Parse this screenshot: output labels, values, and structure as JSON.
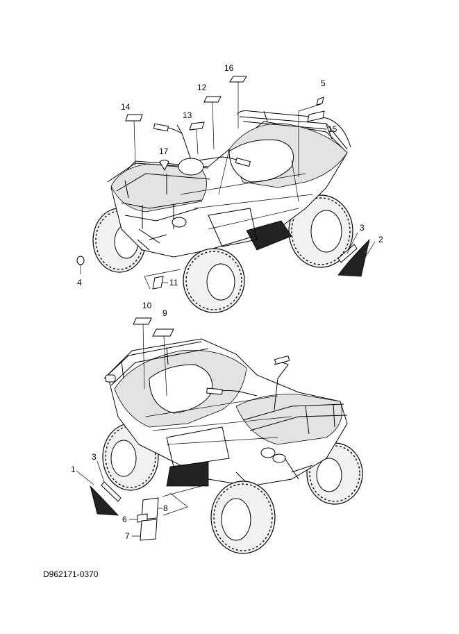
{
  "diagram_code": "D962171-0370",
  "callouts_top": {
    "c16": "16",
    "c12": "12",
    "c5": "5",
    "c14": "14",
    "c13": "13",
    "c15": "15",
    "c17": "17",
    "c3": "3",
    "c2": "2",
    "c4": "4",
    "c11": "11"
  },
  "callouts_bottom": {
    "c10": "10",
    "c9": "9",
    "c1": "1",
    "c3": "3",
    "c8": "8",
    "c6": "6",
    "c7": "7"
  }
}
